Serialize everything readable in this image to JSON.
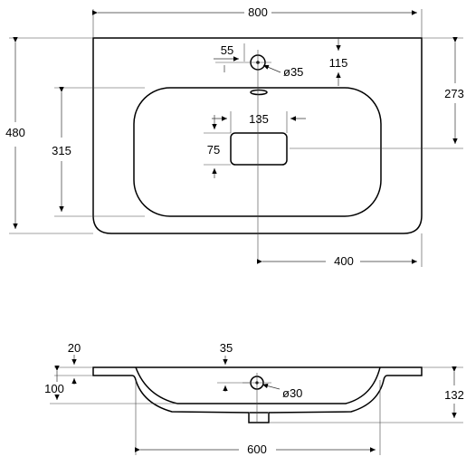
{
  "top_view": {
    "overall_width": "800",
    "overall_depth": "480",
    "bowl_depth": "315",
    "tap_offset": "55",
    "tap_hole": "ø35",
    "tap_from_back": "115",
    "drain_from_back": "273",
    "drain_width": "135",
    "drain_height": "75",
    "half_width": "400"
  },
  "side_view": {
    "rim_thickness": "20",
    "tap_center": "35",
    "bowl_depth": "100",
    "drain_hole": "ø30",
    "overall_height": "132",
    "bowl_width": "600"
  }
}
